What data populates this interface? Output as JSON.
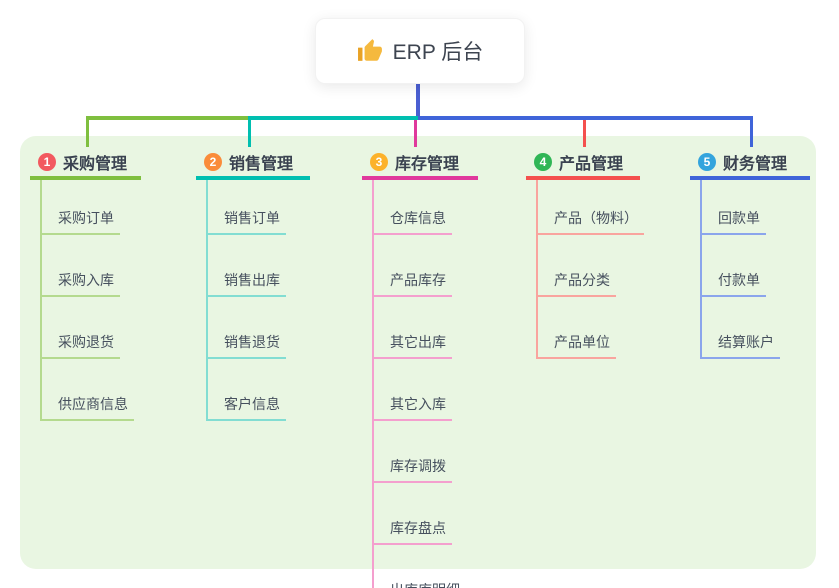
{
  "root": {
    "title": "ERP 后台",
    "icon": "thumbs-up-icon",
    "icon_color": "#f5b93e"
  },
  "colors": {
    "panel_bg": "#e9f6e2",
    "connector_blue": "#4a5fd2"
  },
  "branches": [
    {
      "num": "1",
      "label": "采购管理",
      "circle_color": "#f2595f",
      "line_color": "#7fbf3f",
      "child_line_color": "#b4da8e",
      "children": [
        "采购订单",
        "采购入库",
        "采购退货",
        "供应商信息"
      ]
    },
    {
      "num": "2",
      "label": "销售管理",
      "circle_color": "#fa8c3a",
      "line_color": "#00bfb0",
      "child_line_color": "#82ddd2",
      "children": [
        "销售订单",
        "销售出库",
        "销售退货",
        "客户信息"
      ]
    },
    {
      "num": "3",
      "label": "库存管理",
      "circle_color": "#fcb22b",
      "line_color": "#e0399c",
      "child_line_color": "#f49fce",
      "children": [
        "仓库信息",
        "产品库存",
        "其它出库",
        "其它入库",
        "库存调拨",
        "库存盘点",
        "出库库明细"
      ]
    },
    {
      "num": "4",
      "label": "产品管理",
      "circle_color": "#30b656",
      "line_color": "#f4504e",
      "child_line_color": "#f9a49e",
      "children": [
        "产品（物料）",
        "产品分类",
        "产品单位"
      ]
    },
    {
      "num": "5",
      "label": "财务管理",
      "circle_color": "#33a4dd",
      "line_color": "#3f64d9",
      "child_line_color": "#8ba5ec",
      "children": [
        "回款单",
        "付款单",
        "结算账户"
      ]
    }
  ]
}
